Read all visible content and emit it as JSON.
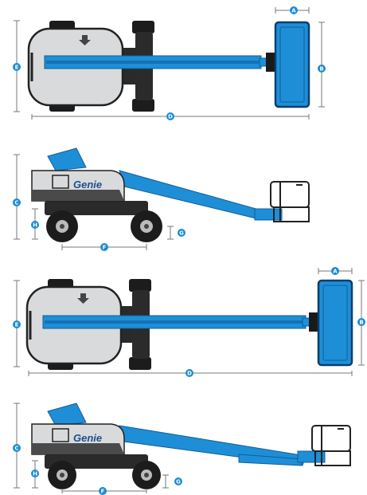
{
  "brand": "Genie",
  "dimension_labels": {
    "a": "A",
    "b": "B",
    "c": "C",
    "d": "D",
    "e": "E",
    "f": "F",
    "g": "G",
    "h": "H"
  },
  "colors": {
    "boom_blue": "#1e8fd6",
    "boom_dark": "#0f5e9e",
    "badge_blue": "#1c8bd1",
    "body_gray": "#d9dadc",
    "tire_black": "#1c1c1c",
    "line_gray": "#777777"
  }
}
